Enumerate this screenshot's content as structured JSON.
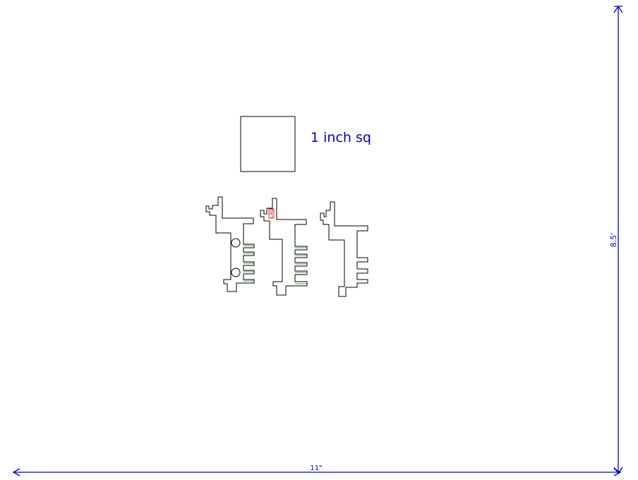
{
  "drawing": {
    "square_label": "1 inch sq",
    "width_dimension": "11\"",
    "height_dimension": "8.5'",
    "part_mark": "LRG"
  },
  "colors": {
    "dimension": "#0000cc",
    "outline": "#000000",
    "score": "#1a8a1a",
    "mark": "#cc0000"
  }
}
